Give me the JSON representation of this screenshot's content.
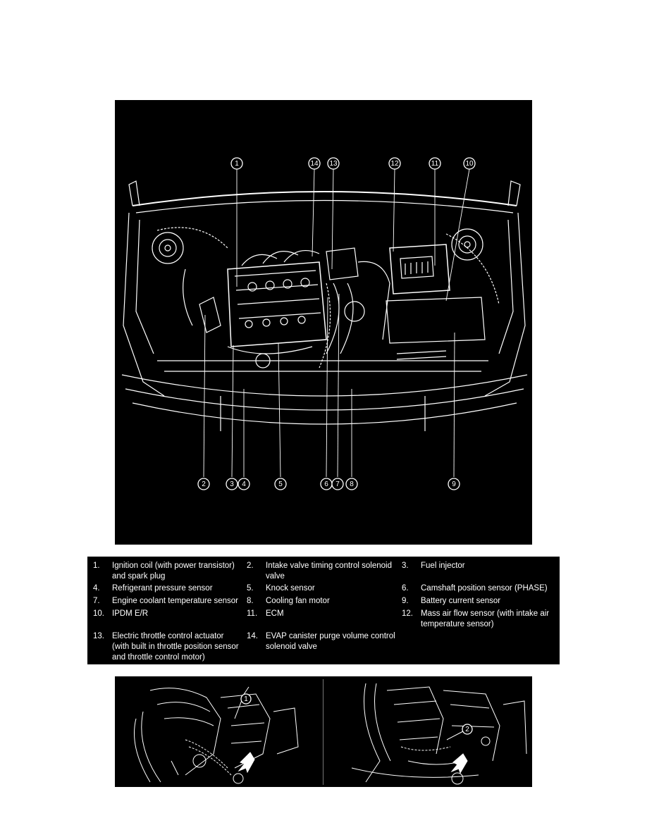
{
  "legend": [
    {
      "num": "1.",
      "text": "Ignition coil (with power transistor)\nand spark plug"
    },
    {
      "num": "2.",
      "text": "Intake valve timing control solenoid\nvalve"
    },
    {
      "num": "3.",
      "text": "Fuel injector"
    },
    {
      "num": "4.",
      "text": "Refrigerant pressure sensor"
    },
    {
      "num": "5.",
      "text": "Knock sensor"
    },
    {
      "num": "6.",
      "text": "Camshaft position sensor (PHASE)"
    },
    {
      "num": "7.",
      "text": "Engine coolant temperature sensor"
    },
    {
      "num": "8.",
      "text": "Cooling fan motor"
    },
    {
      "num": "9.",
      "text": "Battery current sensor"
    },
    {
      "num": "10.",
      "text": "IPDM E/R"
    },
    {
      "num": "11.",
      "text": "ECM"
    },
    {
      "num": "12.",
      "text": "Mass air flow sensor (with intake air\ntemperature sensor)"
    },
    {
      "num": "13.",
      "text": "Electric throttle control actuator\n(with built in throttle position sensor\nand throttle control motor)"
    },
    {
      "num": "14.",
      "text": "EVAP canister purge volume control\nsolenoid valve"
    }
  ],
  "callouts_top": [
    "1",
    "14",
    "13",
    "12",
    "11",
    "10"
  ],
  "callouts_bottom": [
    "2",
    "3",
    "4",
    "5",
    "6",
    "7",
    "8",
    "9"
  ],
  "detail_left_callout": "1",
  "detail_right_callout": "2",
  "colors": {
    "background": "#000000",
    "line": "#ffffff",
    "page": "#ffffff"
  }
}
